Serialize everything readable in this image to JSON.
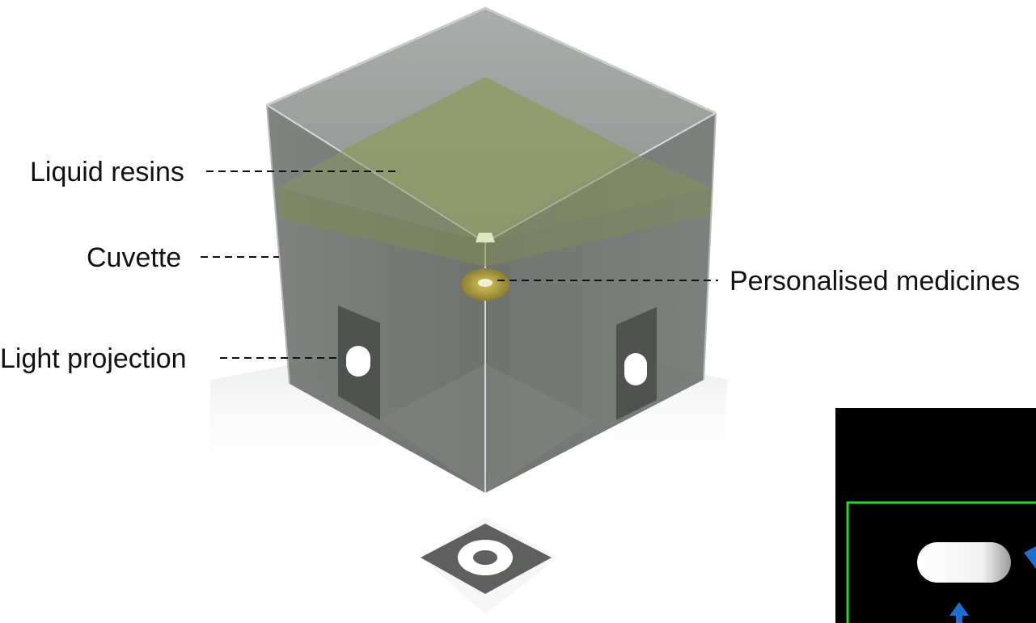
{
  "labels": {
    "liquid_resins": "Liquid resins",
    "cuvette": "Cuvette",
    "light_projection": "Light projection",
    "personalised_medicines": "Personalised medicines"
  },
  "colors": {
    "resin": "#7f8a55",
    "glass": "#6f7470",
    "panel": "#555555",
    "inset_background": "#000000",
    "inset_frame": "#22dd22",
    "inset_arrow": "#1a6fd0"
  }
}
